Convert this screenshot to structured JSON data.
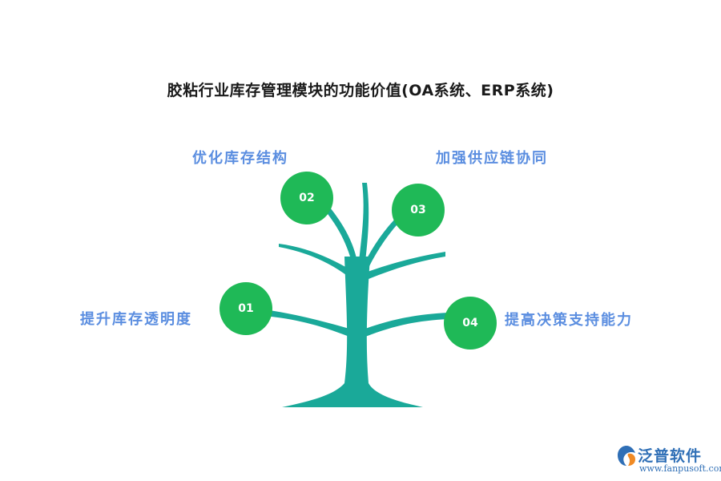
{
  "title": "胶粘行业库存管理模块的功能价值(OA系统、ERP系统)",
  "nodes": [
    {
      "number": "01",
      "label": "提升库存透明度"
    },
    {
      "number": "02",
      "label": "优化库存结构"
    },
    {
      "number": "03",
      "label": "加强供应链协同"
    },
    {
      "number": "04",
      "label": "提高决策支持能力"
    }
  ],
  "colors": {
    "tree": "#1aa999",
    "node": "#1fb957",
    "label": "#5b8ee0",
    "logo": "#2f6fb6"
  },
  "logo": {
    "name": "泛普软件",
    "url": "www.fanpusoft.com",
    "icon": "fanpu-logo-icon"
  }
}
